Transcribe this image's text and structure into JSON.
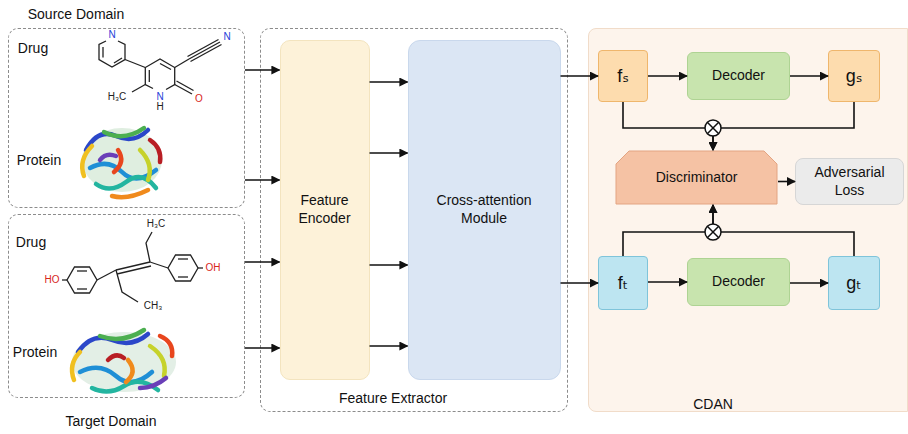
{
  "diagram": {
    "nodes": [
      {
        "text": [
          "Source Domain",
          "Drug",
          "Protein"
        ]
      },
      {
        "text": [
          "Target Domain",
          "Drug",
          "Protein"
        ]
      },
      {
        "text": [
          "Feature Extractor"
        ]
      },
      {
        "text": [
          "Feature Encoder"
        ],
        "in": 2
      },
      {
        "text": [
          "Cross-attention Module"
        ],
        "in": 2
      },
      {
        "text": [
          "CDAN"
        ]
      },
      {
        "text": [
          "fₛ"
        ],
        "in": 5
      },
      {
        "text": [
          "Decoder"
        ],
        "in": 5
      },
      {
        "text": [
          "gₛ"
        ],
        "in": 5
      },
      {
        "text": [
          "Discriminator"
        ],
        "in": 5
      },
      {
        "text": [
          "Adversarial Loss"
        ],
        "in": 5
      },
      {
        "text": [
          "fₜ"
        ],
        "in": 5
      },
      {
        "text": [
          "Decoder"
        ],
        "in": 5
      },
      {
        "text": [
          "gₜ"
        ],
        "in": 5
      }
    ],
    "edges": [
      {
        "from": 0,
        "to": 3,
        "arrow": "to"
      },
      {
        "from": 0,
        "to": 3,
        "arrow": "to"
      },
      {
        "from": 1,
        "to": 3,
        "arrow": "to"
      },
      {
        "from": 1,
        "to": 3,
        "arrow": "to"
      },
      {
        "from": 3,
        "to": 4,
        "arrow": "to"
      },
      {
        "from": 3,
        "to": 4,
        "arrow": "to"
      },
      {
        "from": 3,
        "to": 4,
        "arrow": "to"
      },
      {
        "from": 3,
        "to": 4,
        "arrow": "to"
      },
      {
        "from": 4,
        "to": 6,
        "arrow": "to"
      },
      {
        "from": 4,
        "to": 11,
        "arrow": "to"
      },
      {
        "from": 6,
        "to": 7,
        "arrow": "to"
      },
      {
        "from": 7,
        "to": 8,
        "arrow": "to"
      },
      {
        "from": 11,
        "to": 12,
        "arrow": "to"
      },
      {
        "from": 12,
        "to": 13,
        "arrow": "to"
      },
      {
        "from": 6,
        "to": 9,
        "arrow": "to"
      },
      {
        "from": 8,
        "to": 9,
        "arrow": "to"
      },
      {
        "from": 11,
        "to": 9,
        "arrow": "to"
      },
      {
        "from": 13,
        "to": 9,
        "arrow": "to"
      },
      {
        "from": 9,
        "to": 10,
        "arrow": "to"
      }
    ],
    "labels": [
      "N",
      "N",
      "H₃C",
      "N",
      "H",
      "O",
      "H₃C",
      "HO",
      "OH",
      "CH₃"
    ]
  }
}
